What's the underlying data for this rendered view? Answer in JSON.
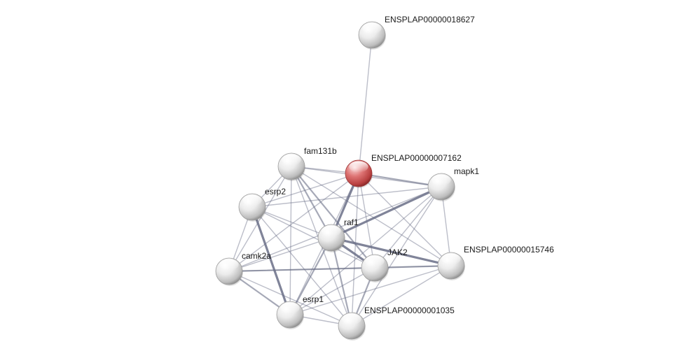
{
  "diagram": {
    "type": "protein-interaction-network",
    "query_color": "#cc5555",
    "node_color": "#e8e8e8",
    "edge_color": "#6a6f87",
    "nodes": [
      {
        "id": "ENSPLAP00000018627",
        "label": "ENSPLAP00000018627",
        "query": false
      },
      {
        "id": "fam131b",
        "label": "fam131b",
        "query": false
      },
      {
        "id": "ENSPLAP00000007162",
        "label": "ENSPLAP00000007162",
        "query": true
      },
      {
        "id": "mapk1",
        "label": "mapk1",
        "query": false
      },
      {
        "id": "esrp2",
        "label": "esrp2",
        "query": false
      },
      {
        "id": "raf1",
        "label": "raf1",
        "query": false
      },
      {
        "id": "camk2a",
        "label": "camk2a",
        "query": false
      },
      {
        "id": "JAK2",
        "label": "JAK2",
        "query": false
      },
      {
        "id": "ENSPLAP00000015746",
        "label": "ENSPLAP00000015746",
        "query": false
      },
      {
        "id": "esrp1",
        "label": "esrp1",
        "query": false
      },
      {
        "id": "ENSPLAP00000001035",
        "label": "ENSPLAP00000001035",
        "query": false
      }
    ],
    "edges": [
      {
        "source": "ENSPLAP00000018627",
        "target": "ENSPLAP00000007162",
        "weight": 1
      },
      {
        "source": "ENSPLAP00000007162",
        "target": "mapk1",
        "weight": 2
      },
      {
        "source": "ENSPLAP00000007162",
        "target": "raf1",
        "weight": 3
      },
      {
        "source": "ENSPLAP00000007162",
        "target": "JAK2",
        "weight": 1
      },
      {
        "source": "ENSPLAP00000007162",
        "target": "ENSPLAP00000001035",
        "weight": 1
      },
      {
        "source": "ENSPLAP00000007162",
        "target": "esrp1",
        "weight": 1
      },
      {
        "source": "ENSPLAP00000007162",
        "target": "camk2a",
        "weight": 1
      },
      {
        "source": "ENSPLAP00000007162",
        "target": "esrp2",
        "weight": 1
      },
      {
        "source": "ENSPLAP00000007162",
        "target": "fam131b",
        "weight": 1
      },
      {
        "source": "ENSPLAP00000007162",
        "target": "ENSPLAP00000015746",
        "weight": 1
      },
      {
        "source": "fam131b",
        "target": "esrp2",
        "weight": 1
      },
      {
        "source": "fam131b",
        "target": "raf1",
        "weight": 2
      },
      {
        "source": "fam131b",
        "target": "JAK2",
        "weight": 2
      },
      {
        "source": "fam131b",
        "target": "esrp1",
        "weight": 1
      },
      {
        "source": "fam131b",
        "target": "camk2a",
        "weight": 1
      },
      {
        "source": "fam131b",
        "target": "ENSPLAP00000001035",
        "weight": 1
      },
      {
        "source": "fam131b",
        "target": "mapk1",
        "weight": 1
      },
      {
        "source": "fam131b",
        "target": "ENSPLAP00000015746",
        "weight": 1
      },
      {
        "source": "esrp2",
        "target": "raf1",
        "weight": 1
      },
      {
        "source": "esrp2",
        "target": "camk2a",
        "weight": 1
      },
      {
        "source": "esrp2",
        "target": "esrp1",
        "weight": 3
      },
      {
        "source": "esrp2",
        "target": "JAK2",
        "weight": 1
      },
      {
        "source": "esrp2",
        "target": "ENSPLAP00000001035",
        "weight": 1
      },
      {
        "source": "esrp2",
        "target": "mapk1",
        "weight": 1
      },
      {
        "source": "raf1",
        "target": "mapk1",
        "weight": 3
      },
      {
        "source": "raf1",
        "target": "JAK2",
        "weight": 3
      },
      {
        "source": "raf1",
        "target": "ENSPLAP00000015746",
        "weight": 3
      },
      {
        "source": "raf1",
        "target": "camk2a",
        "weight": 1
      },
      {
        "source": "raf1",
        "target": "esrp1",
        "weight": 2
      },
      {
        "source": "raf1",
        "target": "ENSPLAP00000001035",
        "weight": 2
      },
      {
        "source": "camk2a",
        "target": "JAK2",
        "weight": 2
      },
      {
        "source": "camk2a",
        "target": "esrp1",
        "weight": 2
      },
      {
        "source": "camk2a",
        "target": "ENSPLAP00000001035",
        "weight": 1
      },
      {
        "source": "camk2a",
        "target": "mapk1",
        "weight": 1
      },
      {
        "source": "camk2a",
        "target": "ENSPLAP00000015746",
        "weight": 1
      },
      {
        "source": "JAK2",
        "target": "mapk1",
        "weight": 1
      },
      {
        "source": "JAK2",
        "target": "ENSPLAP00000015746",
        "weight": 2
      },
      {
        "source": "JAK2",
        "target": "ENSPLAP00000001035",
        "weight": 2
      },
      {
        "source": "JAK2",
        "target": "esrp1",
        "weight": 1
      },
      {
        "source": "mapk1",
        "target": "ENSPLAP00000001035",
        "weight": 1
      },
      {
        "source": "mapk1",
        "target": "ENSPLAP00000015746",
        "weight": 1
      },
      {
        "source": "mapk1",
        "target": "esrp1",
        "weight": 1
      },
      {
        "source": "esrp1",
        "target": "ENSPLAP00000001035",
        "weight": 1
      },
      {
        "source": "esrp1",
        "target": "ENSPLAP00000015746",
        "weight": 1
      },
      {
        "source": "ENSPLAP00000015746",
        "target": "ENSPLAP00000001035",
        "weight": 1
      }
    ]
  }
}
